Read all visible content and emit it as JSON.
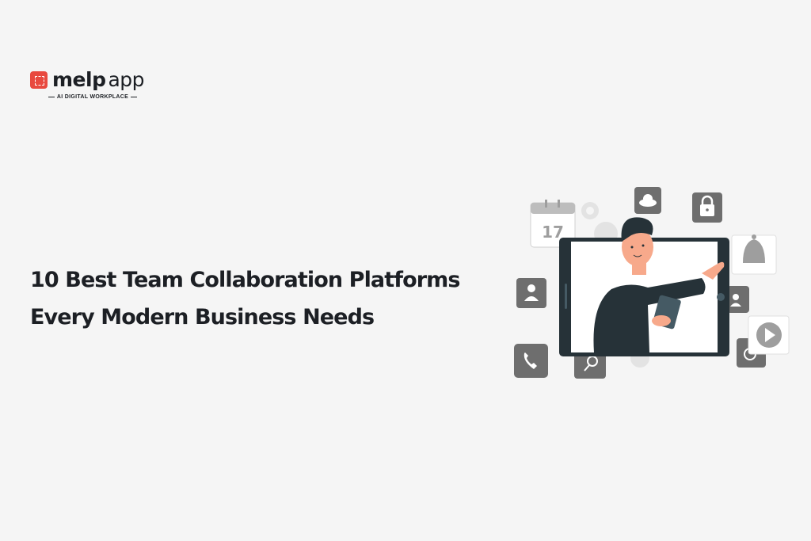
{
  "brand": {
    "name_bold": "melp",
    "name_light": "app",
    "tagline": "AI DIGITAL WORKPLACE",
    "accent_color": "#e8493f"
  },
  "headline": {
    "line1": "10 Best Team Collaboration Platforms",
    "line2": "Every Modern Business Needs"
  },
  "illustration": {
    "calendar_day": "17",
    "icons": [
      "calendar-icon",
      "gear-icon",
      "cloud-icon",
      "lock-icon",
      "bell-icon",
      "user-icon",
      "phone-icon",
      "search-icon",
      "play-icon",
      "chat-icon"
    ],
    "colors": {
      "icon_bg": "#6e6e6e",
      "device": "#263238",
      "skin": "#f7a98b",
      "background": "#f5f5f5"
    }
  }
}
